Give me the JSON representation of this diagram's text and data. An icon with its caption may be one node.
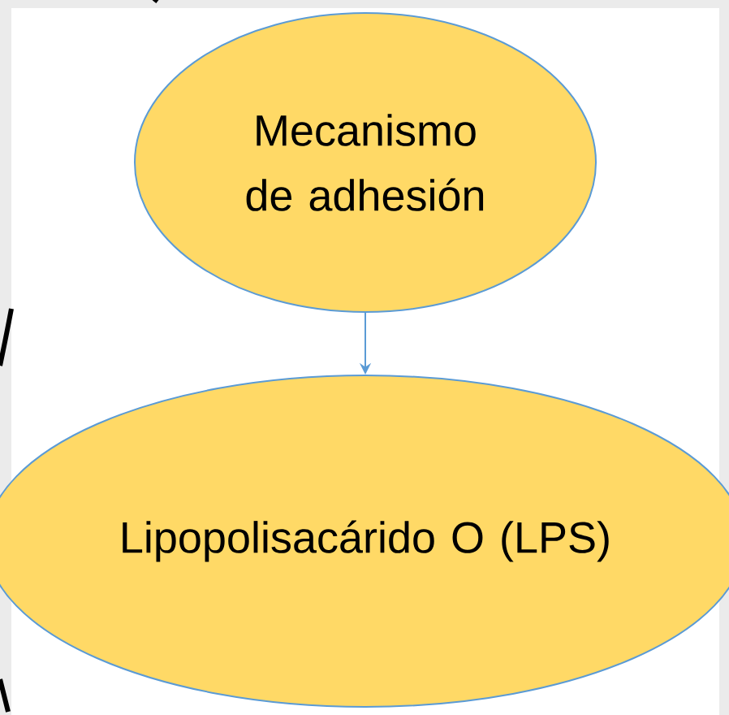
{
  "diagram": {
    "nodes": [
      {
        "text": [
          "Mecanismo de adhesión"
        ]
      },
      {
        "text": [
          "Lipopolisacárido O (LPS)"
        ]
      }
    ],
    "edges": [
      {
        "from": 0,
        "to": 1,
        "arrow": "to",
        "color": "#5b9bd5"
      }
    ]
  }
}
